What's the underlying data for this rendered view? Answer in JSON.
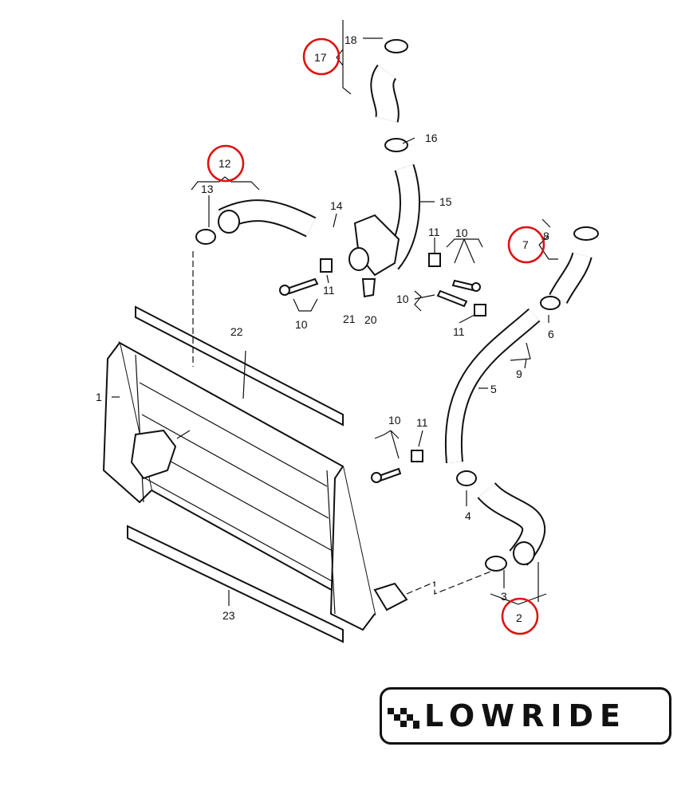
{
  "diagram": {
    "labels": {
      "p1": "1",
      "p2": "2",
      "p3": "3",
      "p4": "4",
      "p5": "5",
      "p6": "6",
      "p7": "7",
      "p8": "8",
      "p9": "9",
      "p10a": "10",
      "p10b": "10",
      "p10c": "10",
      "p10d": "10",
      "p11a": "11",
      "p11b": "11",
      "p11c": "11",
      "p11d": "11",
      "p12": "12",
      "p13": "13",
      "p14": "14",
      "p15": "15",
      "p16": "16",
      "p17": "17",
      "p18": "18",
      "p20": "20",
      "p21": "21",
      "p22": "22",
      "p23": "23"
    },
    "highlight_color": "#dd1111",
    "highlighted": [
      "2",
      "7",
      "12",
      "17"
    ]
  },
  "logo": {
    "text": "LOWRIDE"
  }
}
